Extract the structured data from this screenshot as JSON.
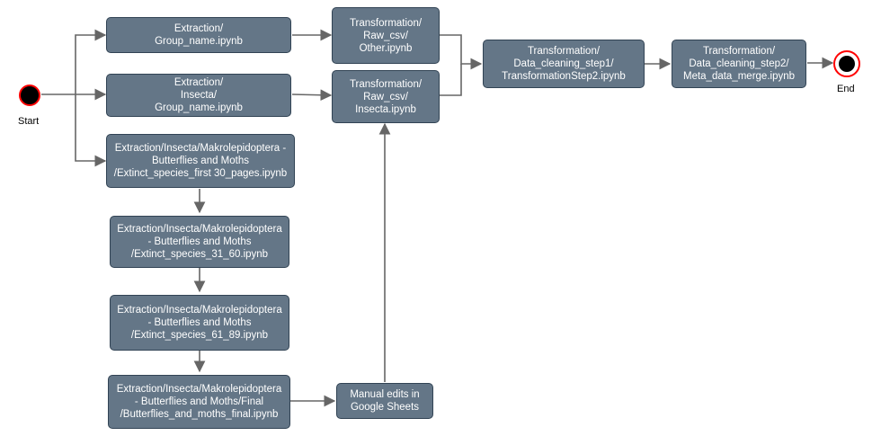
{
  "start": {
    "label": "Start"
  },
  "end": {
    "label": "End"
  },
  "nodes": {
    "extract_group": "Extraction/\nGroup_name.ipynb",
    "extract_insecta_group": "Extraction/\nInsecta/\nGroup_name.ipynb",
    "extract_first30": "Extraction/Insecta/Makrolepidoptera -\nButterflies and Moths\n/Extinct_species_first 30_pages.ipynb",
    "extract_31_60": "Extraction/Insecta/Makrolepidoptera\n- Butterflies and Moths\n/Extinct_species_31_60.ipynb",
    "extract_61_89": "Extraction/Insecta/Makrolepidoptera\n- Butterflies and Moths\n/Extinct_species_61_89.ipynb",
    "extract_final": "Extraction/Insecta/Makrolepidoptera\n- Butterflies and Moths/Final\n/Butterflies_and_moths_final.ipynb",
    "manual_edits": "Manual edits in\nGoogle Sheets",
    "transform_other": "Transformation/\nRaw_csv/\nOther.ipynb",
    "transform_insecta": "Transformation/\nRaw_csv/\nInsecta.ipynb",
    "transform_step1": "Transformation/\nData_cleaning_step1/\nTransformationStep2.ipynb",
    "transform_step2": "Transformation/\nData_cleaning_step2/\nMeta_data_merge.ipynb"
  },
  "colors": {
    "node_fill": "#647687",
    "node_border": "#314354",
    "edge": "#666666",
    "terminal_fill": "#000000",
    "terminal_ring": "#ff0000"
  }
}
